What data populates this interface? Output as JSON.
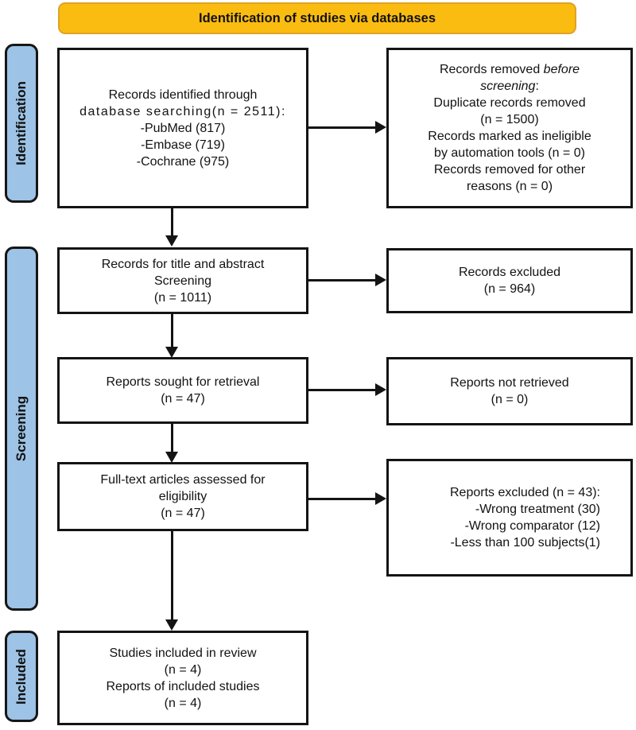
{
  "banner": {
    "label": "Identification of studies via databases"
  },
  "stages": {
    "identification": "Identification",
    "screening": "Screening",
    "included": "Included"
  },
  "colors": {
    "banner_bg": "#FBBC11",
    "banner_border": "#DFA223",
    "stage_bg": "#9DC3E6",
    "box_bg": "#FFFFFF",
    "line_color": "#141414"
  },
  "boxes": {
    "identified": {
      "lines": [
        "Records identified through",
        "database searching(n = 2511):",
        "-PubMed (817)",
        "-Embase (719)",
        "-Cochrane (975)"
      ]
    },
    "removed": {
      "l1_pre": "Records removed ",
      "l1_italic": "before",
      "l2_italic": "screening",
      "l2_post": ":",
      "lines": [
        "Duplicate records removed",
        "(n = 1500)",
        "Records marked as ineligible",
        "by automation tools (n = 0)",
        "Records removed for other",
        "reasons (n = 0)"
      ]
    },
    "title_abstract": {
      "lines": [
        "Records for title and abstract",
        "Screening",
        "(n = 1011)"
      ]
    },
    "records_excluded": {
      "lines": [
        "Records excluded",
        "(n = 964)"
      ]
    },
    "sought": {
      "lines": [
        "Reports sought for retrieval",
        "(n = 47)"
      ]
    },
    "not_retrieved": {
      "lines": [
        "Reports not retrieved",
        "(n = 0)"
      ]
    },
    "fulltext": {
      "lines": [
        "Full-text articles assessed for",
        "eligibility",
        "(n = 47)"
      ]
    },
    "reports_excluded": {
      "lines": [
        "Reports excluded (n = 43):",
        "-Wrong treatment (30)",
        "-Wrong comparator (12)",
        "-Less than 100 subjects(1)"
      ]
    },
    "included": {
      "lines": [
        "Studies included in review",
        "(n = 4)",
        "Reports of included studies",
        "(n = 4)"
      ]
    }
  }
}
